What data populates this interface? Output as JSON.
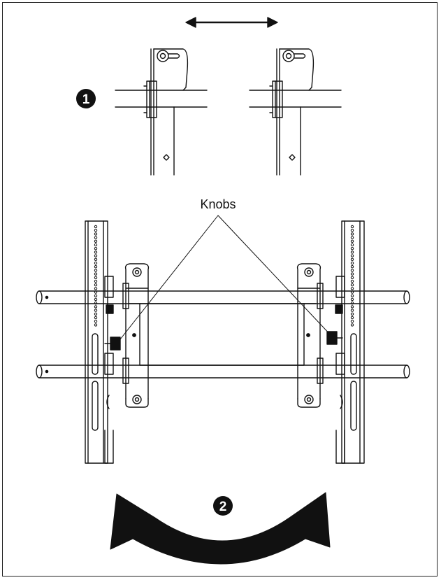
{
  "diagram": {
    "step_one_label": "1",
    "step_two_label": "2",
    "knobs_label": "Knobs"
  },
  "colors": {
    "ink": "#111111",
    "background": "#ffffff"
  }
}
